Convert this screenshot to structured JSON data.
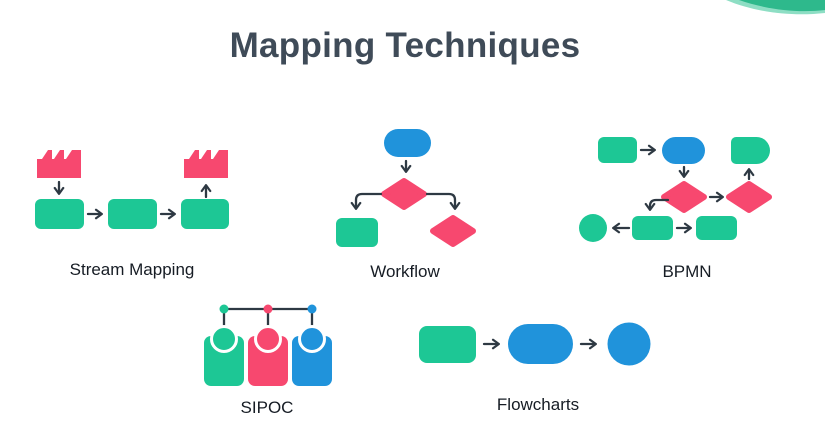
{
  "title": "Mapping Techniques",
  "colors": {
    "background": "#ffffff",
    "green": "#1dc795",
    "pink": "#f7486f",
    "blue": "#2093db",
    "dark": "#2e3943",
    "title_color": "#3f4b58",
    "label_color": "#161c24",
    "corner_green": "#2eb98c",
    "corner_green_light": "#8edec4"
  },
  "sections": [
    {
      "id": "stream-mapping",
      "label": "Stream Mapping"
    },
    {
      "id": "workflow",
      "label": "Workflow"
    },
    {
      "id": "bpmn",
      "label": "BPMN"
    },
    {
      "id": "sipoc",
      "label": "SIPOC"
    },
    {
      "id": "flowcharts",
      "label": "Flowcharts"
    }
  ]
}
